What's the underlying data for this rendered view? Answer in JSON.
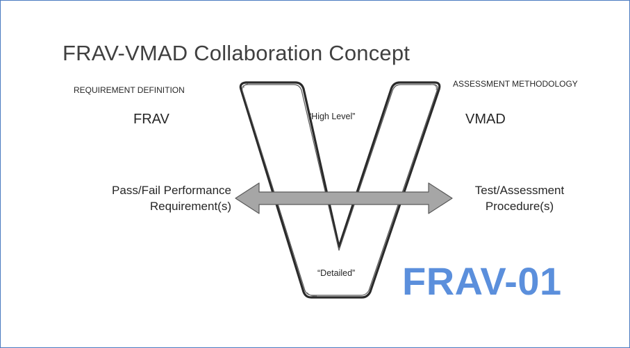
{
  "title": "FRAV-VMAD Collaboration Concept",
  "left": {
    "heading": "REQUIREMENT DEFINITION",
    "name": "FRAV",
    "line1": "Pass/Fail Performance",
    "line2": "Requirement(s)"
  },
  "right": {
    "heading": "ASSESSMENT METHODOLOGY",
    "name": "VMAD",
    "line1": "Test/Assessment",
    "line2": "Procedure(s)"
  },
  "v_shape": {
    "top_label": "“High Level”",
    "bottom_label": "“Detailed”"
  },
  "stamp": "FRAV-01",
  "colors": {
    "border": "#4a7ac0",
    "stamp": "#5b8fdc",
    "arrow_fill": "#a6a6a6",
    "arrow_stroke": "#595959"
  }
}
